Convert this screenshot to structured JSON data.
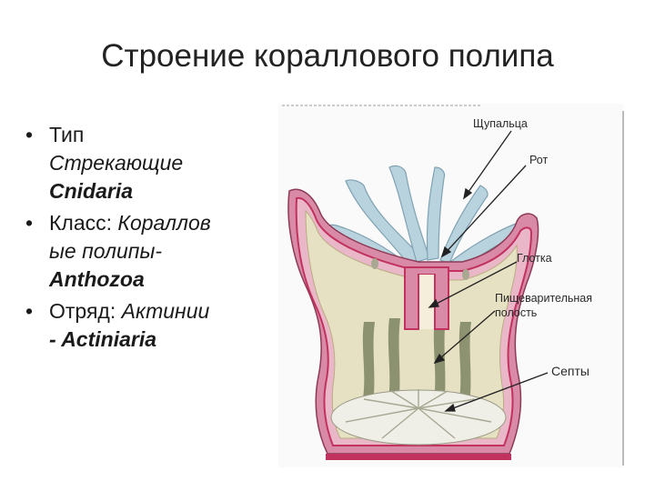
{
  "title": "Строение кораллового полипа",
  "bullets": [
    {
      "lines": [
        {
          "text": "Тип",
          "style": "normal"
        },
        {
          "text": "Стрекающие",
          "style": "italic"
        },
        {
          "text": "Cnidaria",
          "style": "bold-italic"
        }
      ]
    },
    {
      "lines": [
        {
          "text": "Класс: ",
          "style": "normal",
          "inline_next": true
        },
        {
          "text": "Кораллов",
          "style": "italic"
        },
        {
          "text": "ые полипы-",
          "style": "italic"
        },
        {
          "text": "Anthozoa",
          "style": "bold-italic"
        }
      ]
    },
    {
      "lines": [
        {
          "text": "Отряд: ",
          "style": "normal",
          "inline_next": true
        },
        {
          "text": "Актинии",
          "style": "italic"
        },
        {
          "text": "- Actiniaria",
          "style": "bold-italic"
        }
      ]
    }
  ],
  "diagram": {
    "labels": {
      "tentacles": "Щупальца",
      "mouth": "Рот",
      "pharynx": "Глотка",
      "cavity_line1": "Пищеварительная",
      "cavity_line2": "полость",
      "septa": "Септы"
    },
    "colors": {
      "body_wall": "#d98aa6",
      "mesoglea": "#c2325e",
      "tentacle": "#b9d3de",
      "cavity": "#e7e1c4",
      "septa_dark": "#7d8462",
      "base": "#efefe8"
    }
  }
}
